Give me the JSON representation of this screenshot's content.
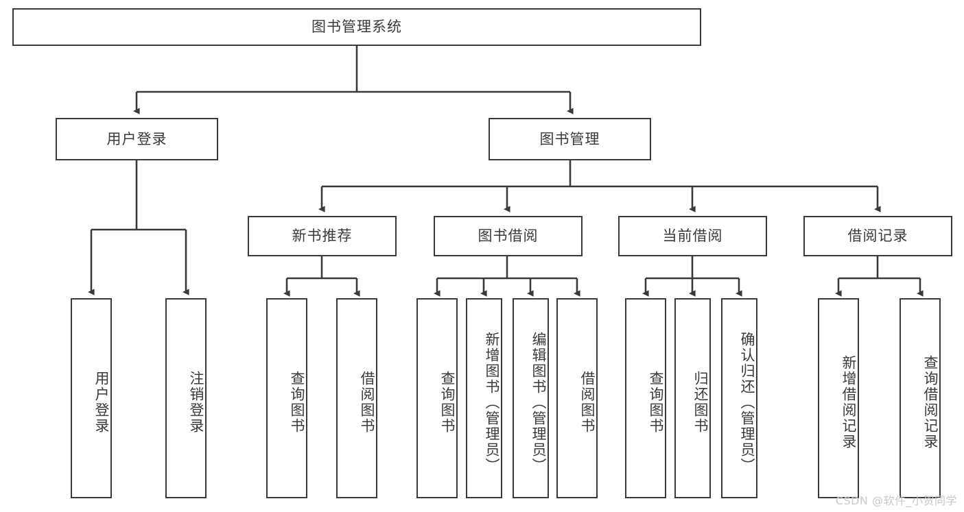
{
  "diagram": {
    "title": "图书管理系统",
    "watermark": "CSDN @软件_小贺同学",
    "stroke_color": "#3a3a3a",
    "box_fill": "#ffffff",
    "text_color": "#3a3a3a",
    "watermark_color": "#c9c9c9",
    "root": {
      "label": "图书管理系统"
    },
    "level2": [
      {
        "label": "用户登录"
      },
      {
        "label": "图书管理"
      }
    ],
    "level3": [
      {
        "label": "新书推荐"
      },
      {
        "label": "图书借阅"
      },
      {
        "label": "当前借阅"
      },
      {
        "label": "借阅记录"
      }
    ],
    "leaves": {
      "user_login": [
        {
          "label": "用户登录"
        },
        {
          "label": "注销登录"
        }
      ],
      "new_book_recommend": [
        {
          "label": "查询图书"
        },
        {
          "label": "借阅图书"
        }
      ],
      "book_borrow": [
        {
          "label": "查询图书"
        },
        {
          "label": "新增图书（管理员）"
        },
        {
          "label": "编辑图书（管理员）"
        },
        {
          "label": "借阅图书"
        }
      ],
      "current_borrow": [
        {
          "label": "查询图书"
        },
        {
          "label": "归还图书"
        },
        {
          "label": "确认归还（管理员）"
        }
      ],
      "borrow_record": [
        {
          "label": "新增借阅记录"
        },
        {
          "label": "查询借阅记录"
        }
      ]
    }
  }
}
